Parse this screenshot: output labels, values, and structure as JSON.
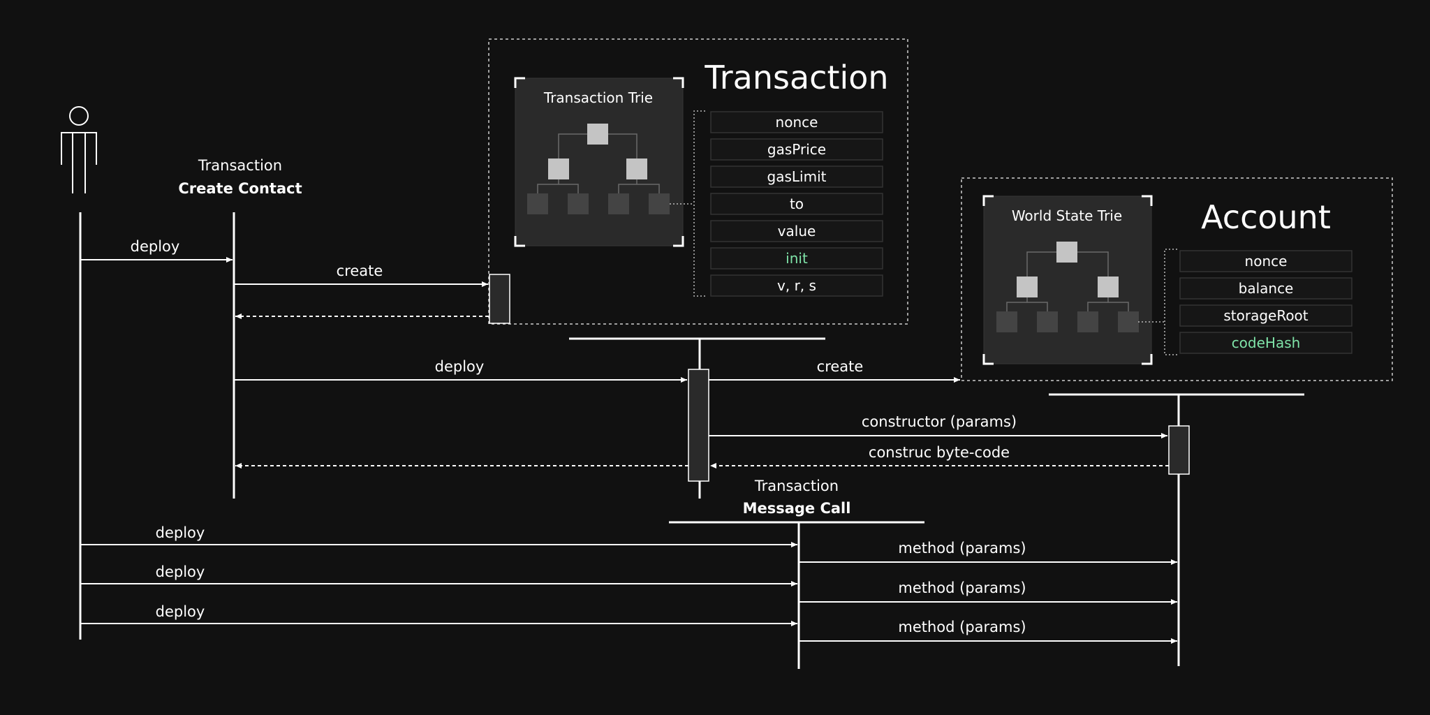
{
  "participants": {
    "tx_create_title": "Transaction",
    "tx_create_sub": "Create Contact",
    "tx_message_title": "Transaction",
    "tx_message_sub": "Message Call"
  },
  "transaction_box": {
    "title": "Transaction",
    "trie_label": "Transaction Trie",
    "fields": [
      {
        "label": "nonce",
        "highlight": false
      },
      {
        "label": "gasPrice",
        "highlight": false
      },
      {
        "label": "gasLimit",
        "highlight": false
      },
      {
        "label": "to",
        "highlight": false
      },
      {
        "label": "value",
        "highlight": false
      },
      {
        "label": "init",
        "highlight": true
      },
      {
        "label": "v, r, s",
        "highlight": false
      }
    ]
  },
  "account_box": {
    "title": "Account",
    "trie_label": "World State Trie",
    "fields": [
      {
        "label": "nonce",
        "highlight": false
      },
      {
        "label": "balance",
        "highlight": false
      },
      {
        "label": "storageRoot",
        "highlight": false
      },
      {
        "label": "codeHash",
        "highlight": true
      }
    ]
  },
  "messages": [
    "deploy",
    "create",
    "deploy",
    "create",
    "constructor (params)",
    "construc byte-code",
    "deploy",
    "deploy",
    "deploy",
    "method (params)",
    "method (params)",
    "method (params)"
  ],
  "colors": {
    "background": "#111111",
    "foreground": "#ffffff",
    "highlight": "#7fe3a8",
    "panel": "#2a2a2a"
  }
}
